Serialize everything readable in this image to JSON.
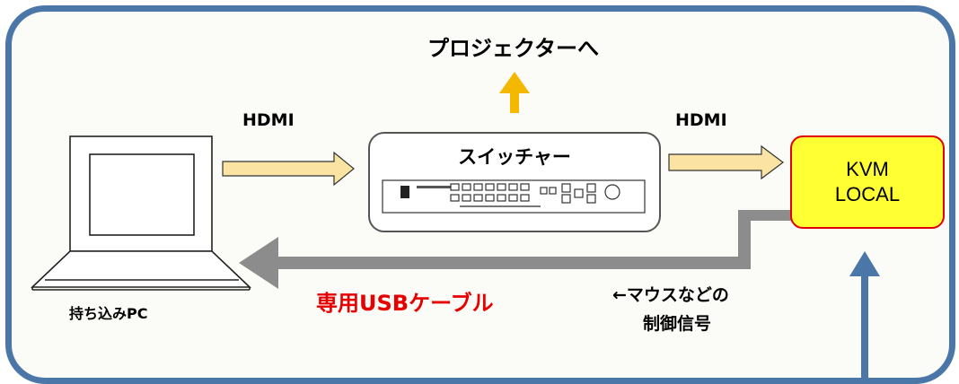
{
  "projector_label": "プロジェクターへ",
  "hdmi_left_label": "HDMI",
  "hdmi_right_label": "HDMI",
  "switcher_label": "スイッチャー",
  "kvm": {
    "line1": "KVM",
    "line2": "LOCAL"
  },
  "laptop_label": "持ち込みPC",
  "usb_cable_label": "専用USBケーブル",
  "control_signal": {
    "line1": "←マウスなどの",
    "line2": "制御信号"
  },
  "colors": {
    "frame": "#4a76a8",
    "hdmi_arrow_fill": "#fbe3a3",
    "projector_arrow": "#f5b800",
    "usb_cable": "#8c8c8c",
    "usb_label": "#e60000",
    "kvm_fill": "#ffff33",
    "kvm_border": "#e00000"
  }
}
